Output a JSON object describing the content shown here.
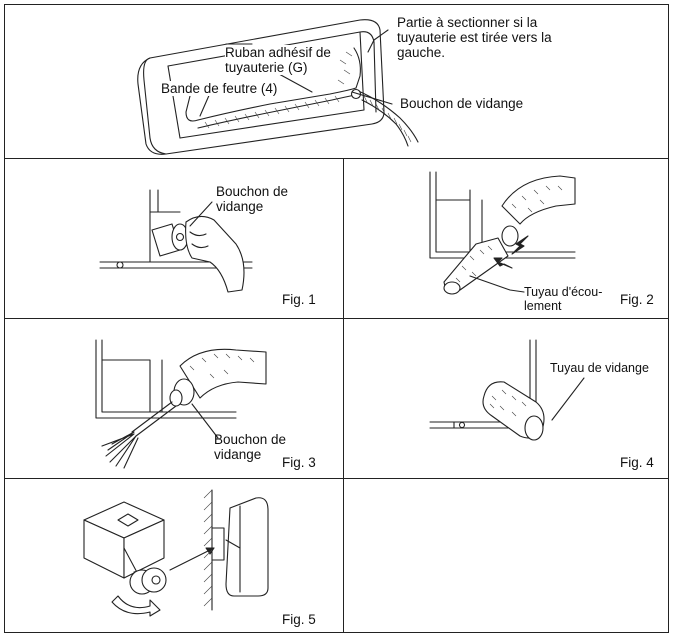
{
  "panels": {
    "top": {
      "labels": {
        "cut_part": "Partie à sectionner si la\ntuyauterie est tirée vers la\ngauche.",
        "tape": "Ruban adhésif de\ntuyauterie (G)",
        "felt": "Bande de feutre (4)",
        "drain_plug": "Bouchon de vidange"
      }
    },
    "fig1": {
      "caption": "Fig. 1",
      "label": "Bouchon de\nvidange"
    },
    "fig2": {
      "caption": "Fig. 2",
      "label": "Tuyau d'écou-\nlement"
    },
    "fig3": {
      "caption": "Fig. 3",
      "label": "Bouchon de\nvidange"
    },
    "fig4": {
      "caption": "Fig. 4",
      "label": "Tuyau de vidange"
    },
    "fig5": {
      "caption": "Fig. 5"
    }
  }
}
